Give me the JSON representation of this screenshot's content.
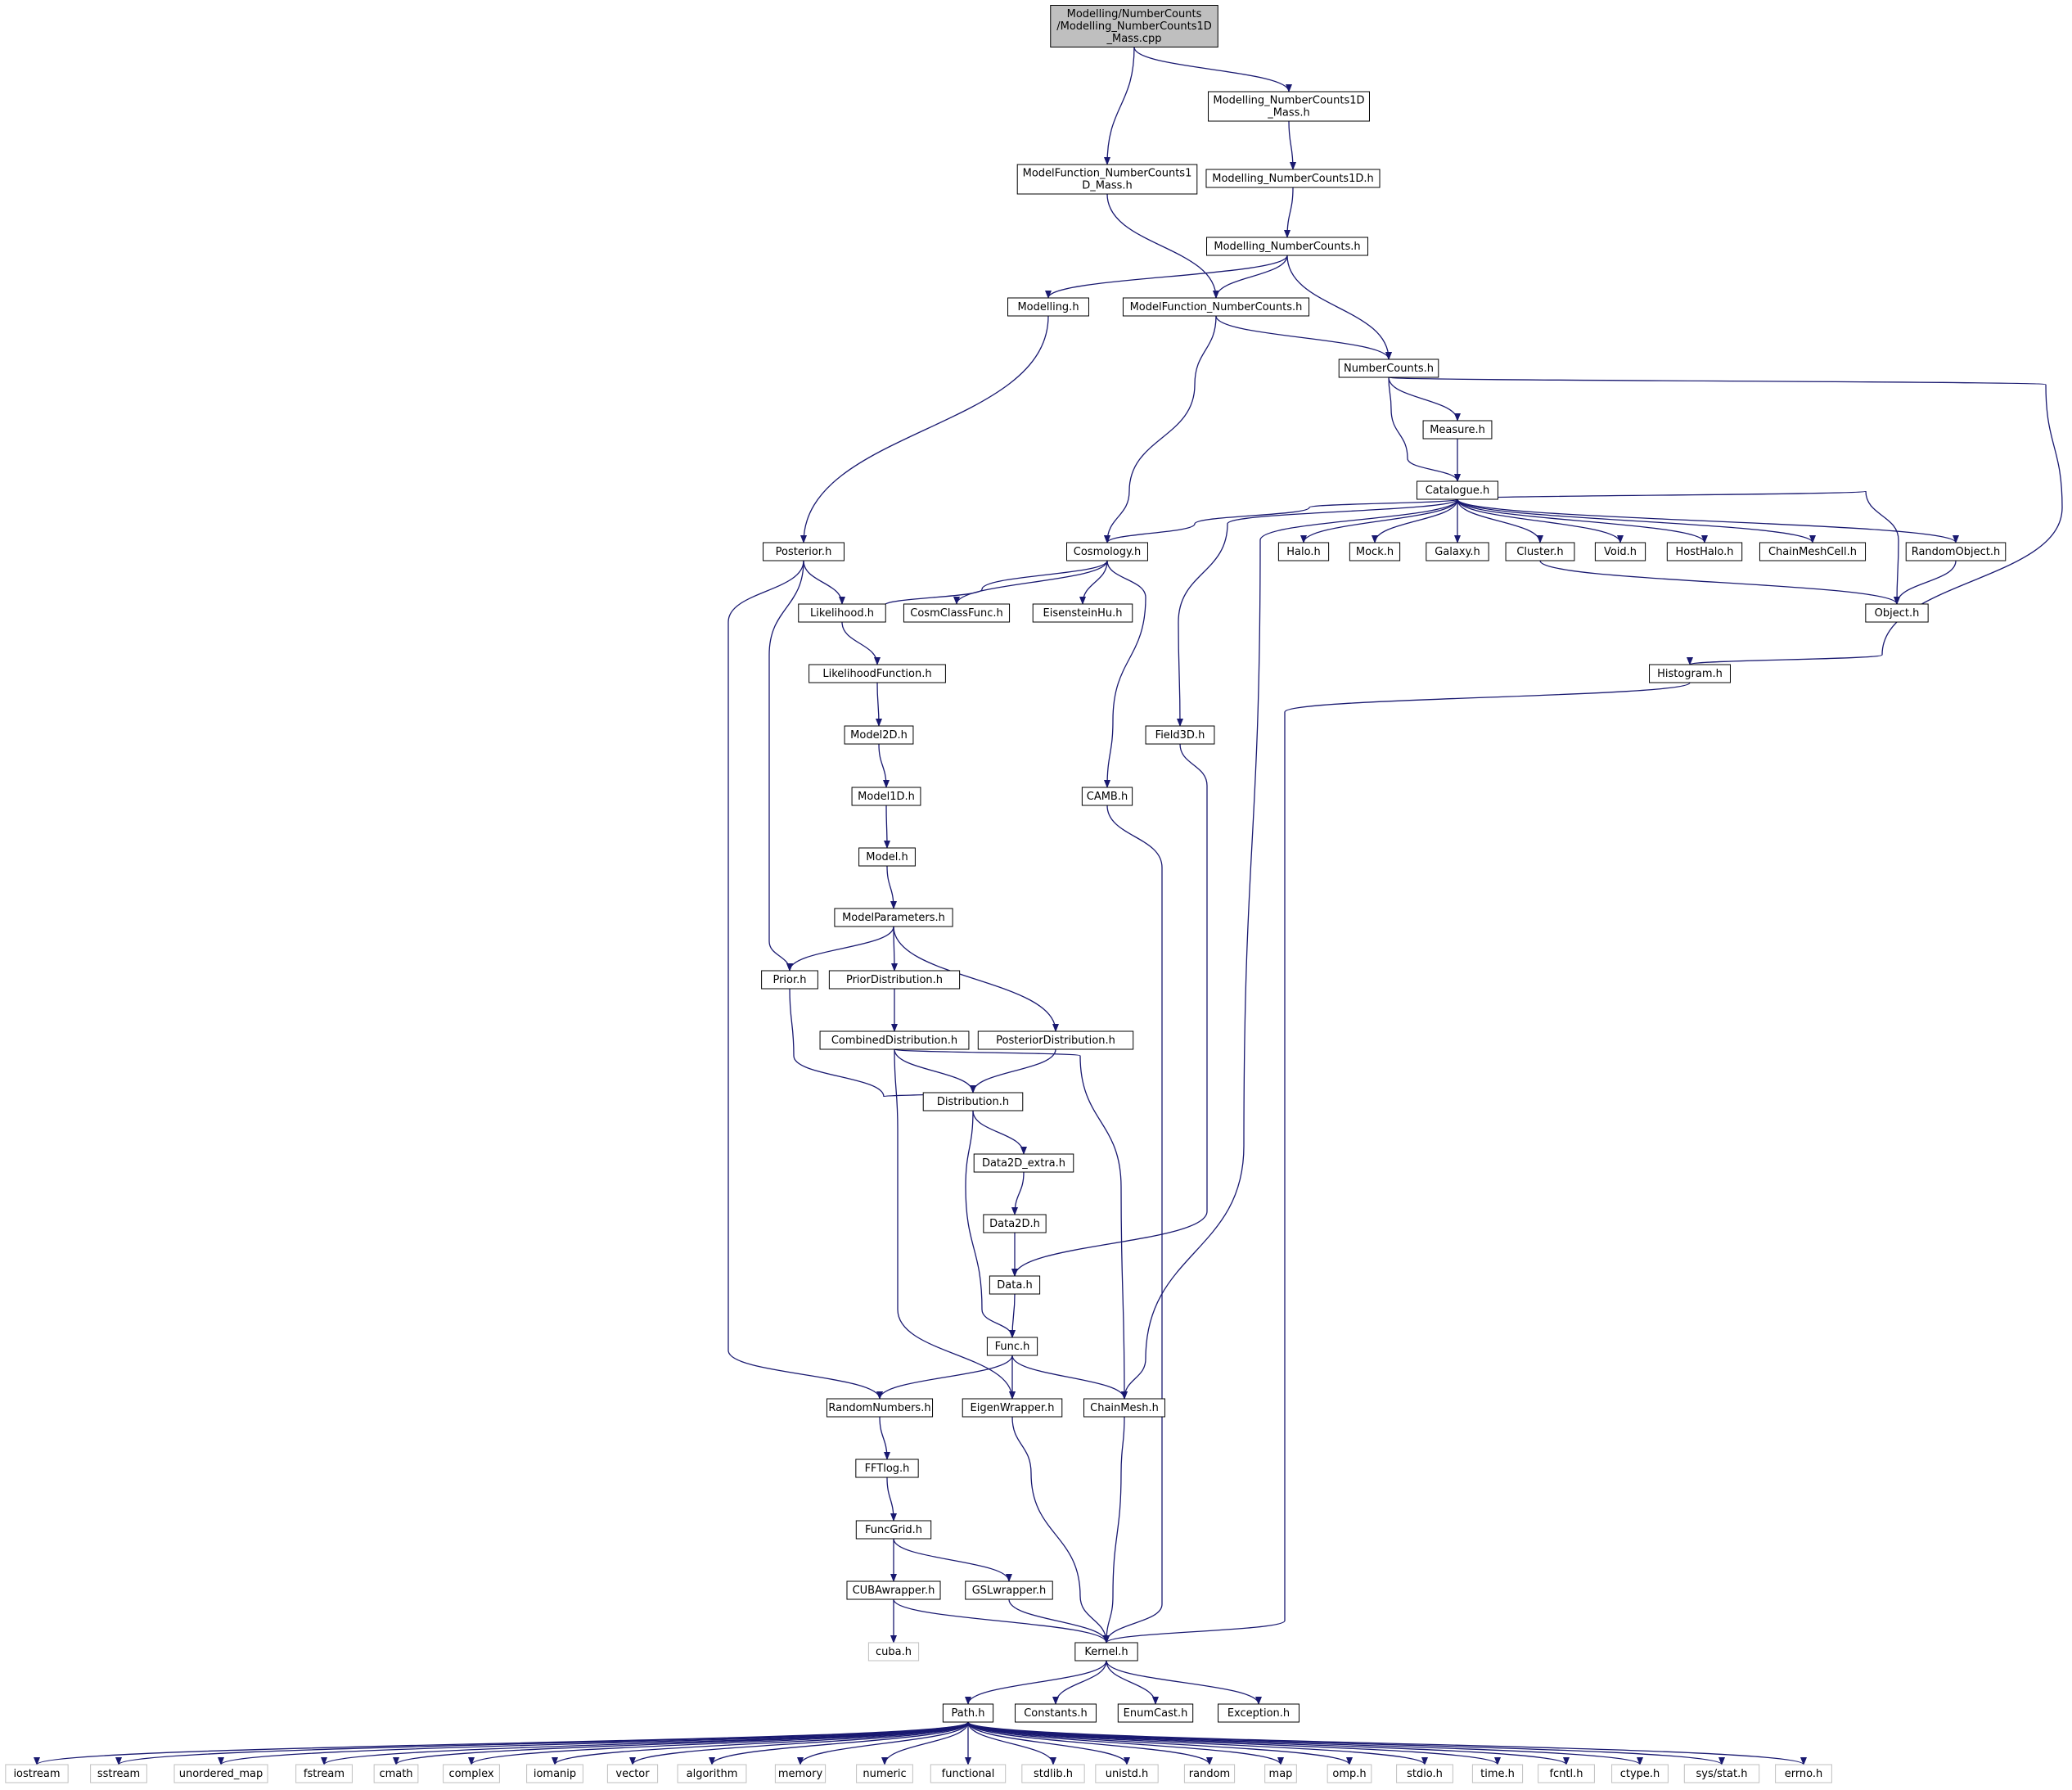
{
  "colors": {
    "edge": "#191970",
    "node_border": "#000000",
    "node_fill": "#ffffff",
    "root_fill": "#bfbfbf",
    "system_border": "#bfbfbf",
    "text": "#000000"
  },
  "nodes": [
    {
      "id": "root",
      "lines": [
        "Modelling/NumberCounts",
        "/Modelling_NumberCounts1D",
        "_Mass.cpp"
      ],
      "kind": "root"
    },
    {
      "id": "mnc1dmass",
      "lines": [
        "Modelling_NumberCounts1D",
        "_Mass.h"
      ],
      "kind": "file"
    },
    {
      "id": "mfnc1dmass",
      "lines": [
        "ModelFunction_NumberCounts1",
        "D_Mass.h"
      ],
      "kind": "file"
    },
    {
      "id": "mnc1d",
      "lines": [
        "Modelling_NumberCounts1D.h"
      ],
      "kind": "file"
    },
    {
      "id": "mnc",
      "lines": [
        "Modelling_NumberCounts.h"
      ],
      "kind": "file"
    },
    {
      "id": "modelling",
      "lines": [
        "Modelling.h"
      ],
      "kind": "file"
    },
    {
      "id": "mfnc",
      "lines": [
        "ModelFunction_NumberCounts.h"
      ],
      "kind": "file"
    },
    {
      "id": "numbercounts",
      "lines": [
        "NumberCounts.h"
      ],
      "kind": "file"
    },
    {
      "id": "measure",
      "lines": [
        "Measure.h"
      ],
      "kind": "file"
    },
    {
      "id": "catalogue",
      "lines": [
        "Catalogue.h"
      ],
      "kind": "file"
    },
    {
      "id": "posterior",
      "lines": [
        "Posterior.h"
      ],
      "kind": "file"
    },
    {
      "id": "cosmology",
      "lines": [
        "Cosmology.h"
      ],
      "kind": "file"
    },
    {
      "id": "halo",
      "lines": [
        "Halo.h"
      ],
      "kind": "file"
    },
    {
      "id": "mock",
      "lines": [
        "Mock.h"
      ],
      "kind": "file"
    },
    {
      "id": "galaxy",
      "lines": [
        "Galaxy.h"
      ],
      "kind": "file"
    },
    {
      "id": "cluster",
      "lines": [
        "Cluster.h"
      ],
      "kind": "file"
    },
    {
      "id": "void",
      "lines": [
        "Void.h"
      ],
      "kind": "file"
    },
    {
      "id": "hosthalo",
      "lines": [
        "HostHalo.h"
      ],
      "kind": "file"
    },
    {
      "id": "chainmeshcell",
      "lines": [
        "ChainMeshCell.h"
      ],
      "kind": "file"
    },
    {
      "id": "randomobject",
      "lines": [
        "RandomObject.h"
      ],
      "kind": "file"
    },
    {
      "id": "likelihood",
      "lines": [
        "Likelihood.h"
      ],
      "kind": "file"
    },
    {
      "id": "cosmclassfunc",
      "lines": [
        "CosmClassFunc.h"
      ],
      "kind": "file"
    },
    {
      "id": "eisensteinhu",
      "lines": [
        "EisensteinHu.h"
      ],
      "kind": "file"
    },
    {
      "id": "object",
      "lines": [
        "Object.h"
      ],
      "kind": "file"
    },
    {
      "id": "histogram",
      "lines": [
        "Histogram.h"
      ],
      "kind": "file"
    },
    {
      "id": "likelihoodfunction",
      "lines": [
        "LikelihoodFunction.h"
      ],
      "kind": "file"
    },
    {
      "id": "model2d",
      "lines": [
        "Model2D.h"
      ],
      "kind": "file"
    },
    {
      "id": "field3d",
      "lines": [
        "Field3D.h"
      ],
      "kind": "file"
    },
    {
      "id": "model1d",
      "lines": [
        "Model1D.h"
      ],
      "kind": "file"
    },
    {
      "id": "camb",
      "lines": [
        "CAMB.h"
      ],
      "kind": "file"
    },
    {
      "id": "model",
      "lines": [
        "Model.h"
      ],
      "kind": "file"
    },
    {
      "id": "modelparameters",
      "lines": [
        "ModelParameters.h"
      ],
      "kind": "file"
    },
    {
      "id": "prior",
      "lines": [
        "Prior.h"
      ],
      "kind": "file"
    },
    {
      "id": "priordistribution",
      "lines": [
        "PriorDistribution.h"
      ],
      "kind": "file"
    },
    {
      "id": "combineddistribution",
      "lines": [
        "CombinedDistribution.h"
      ],
      "kind": "file"
    },
    {
      "id": "posteriordistribution",
      "lines": [
        "PosteriorDistribution.h"
      ],
      "kind": "file"
    },
    {
      "id": "distribution",
      "lines": [
        "Distribution.h"
      ],
      "kind": "file"
    },
    {
      "id": "data2dextra",
      "lines": [
        "Data2D_extra.h"
      ],
      "kind": "file"
    },
    {
      "id": "data2d",
      "lines": [
        "Data2D.h"
      ],
      "kind": "file"
    },
    {
      "id": "data",
      "lines": [
        "Data.h"
      ],
      "kind": "file"
    },
    {
      "id": "func",
      "lines": [
        "Func.h"
      ],
      "kind": "file"
    },
    {
      "id": "randomnumbers",
      "lines": [
        "RandomNumbers.h"
      ],
      "kind": "file"
    },
    {
      "id": "eigenwrapper",
      "lines": [
        "EigenWrapper.h"
      ],
      "kind": "file"
    },
    {
      "id": "chainmesh",
      "lines": [
        "ChainMesh.h"
      ],
      "kind": "file"
    },
    {
      "id": "fftlog",
      "lines": [
        "FFTlog.h"
      ],
      "kind": "file"
    },
    {
      "id": "funcgrid",
      "lines": [
        "FuncGrid.h"
      ],
      "kind": "file"
    },
    {
      "id": "cubawrapper",
      "lines": [
        "CUBAwrapper.h"
      ],
      "kind": "file"
    },
    {
      "id": "gslwrapper",
      "lines": [
        "GSLwrapper.h"
      ],
      "kind": "file"
    },
    {
      "id": "cuba",
      "lines": [
        "cuba.h"
      ],
      "kind": "system"
    },
    {
      "id": "kernel",
      "lines": [
        "Kernel.h"
      ],
      "kind": "file"
    },
    {
      "id": "path",
      "lines": [
        "Path.h"
      ],
      "kind": "file"
    },
    {
      "id": "constants",
      "lines": [
        "Constants.h"
      ],
      "kind": "file"
    },
    {
      "id": "enumcast",
      "lines": [
        "EnumCast.h"
      ],
      "kind": "file"
    },
    {
      "id": "exception",
      "lines": [
        "Exception.h"
      ],
      "kind": "file"
    },
    {
      "id": "iostream",
      "lines": [
        "iostream"
      ],
      "kind": "system"
    },
    {
      "id": "sstream",
      "lines": [
        "sstream"
      ],
      "kind": "system"
    },
    {
      "id": "unordered_map",
      "lines": [
        "unordered_map"
      ],
      "kind": "system"
    },
    {
      "id": "fstream",
      "lines": [
        "fstream"
      ],
      "kind": "system"
    },
    {
      "id": "cmath",
      "lines": [
        "cmath"
      ],
      "kind": "system"
    },
    {
      "id": "complex",
      "lines": [
        "complex"
      ],
      "kind": "system"
    },
    {
      "id": "iomanip",
      "lines": [
        "iomanip"
      ],
      "kind": "system"
    },
    {
      "id": "vector",
      "lines": [
        "vector"
      ],
      "kind": "system"
    },
    {
      "id": "algorithm",
      "lines": [
        "algorithm"
      ],
      "kind": "system"
    },
    {
      "id": "memory",
      "lines": [
        "memory"
      ],
      "kind": "system"
    },
    {
      "id": "numeric",
      "lines": [
        "numeric"
      ],
      "kind": "system"
    },
    {
      "id": "functional",
      "lines": [
        "functional"
      ],
      "kind": "system"
    },
    {
      "id": "stdlib",
      "lines": [
        "stdlib.h"
      ],
      "kind": "system"
    },
    {
      "id": "unistd",
      "lines": [
        "unistd.h"
      ],
      "kind": "system"
    },
    {
      "id": "random",
      "lines": [
        "random"
      ],
      "kind": "system"
    },
    {
      "id": "map",
      "lines": [
        "map"
      ],
      "kind": "system"
    },
    {
      "id": "omp",
      "lines": [
        "omp.h"
      ],
      "kind": "system"
    },
    {
      "id": "stdio",
      "lines": [
        "stdio.h"
      ],
      "kind": "system"
    },
    {
      "id": "time",
      "lines": [
        "time.h"
      ],
      "kind": "system"
    },
    {
      "id": "fcntl",
      "lines": [
        "fcntl.h"
      ],
      "kind": "system"
    },
    {
      "id": "ctype",
      "lines": [
        "ctype.h"
      ],
      "kind": "system"
    },
    {
      "id": "sysstat",
      "lines": [
        "sys/stat.h"
      ],
      "kind": "system"
    },
    {
      "id": "errno",
      "lines": [
        "errno.h"
      ],
      "kind": "system"
    }
  ],
  "edges": [
    [
      "root",
      "mfnc1dmass"
    ],
    [
      "root",
      "mnc1dmass"
    ],
    [
      "mnc1dmass",
      "mnc1d"
    ],
    [
      "mnc1d",
      "mnc"
    ],
    [
      "mfnc1dmass",
      "mfnc"
    ],
    [
      "mnc",
      "modelling"
    ],
    [
      "mnc",
      "mfnc"
    ],
    [
      "mnc",
      "numbercounts"
    ],
    [
      "mfnc",
      "numbercounts"
    ],
    [
      "mfnc",
      "cosmology"
    ],
    [
      "modelling",
      "posterior"
    ],
    [
      "numbercounts",
      "measure"
    ],
    [
      "numbercounts",
      "catalogue"
    ],
    [
      "numbercounts",
      "histogram"
    ],
    [
      "measure",
      "catalogue"
    ],
    [
      "catalogue",
      "cosmology"
    ],
    [
      "catalogue",
      "halo"
    ],
    [
      "catalogue",
      "mock"
    ],
    [
      "catalogue",
      "galaxy"
    ],
    [
      "catalogue",
      "cluster"
    ],
    [
      "catalogue",
      "void"
    ],
    [
      "catalogue",
      "hosthalo"
    ],
    [
      "catalogue",
      "chainmeshcell"
    ],
    [
      "catalogue",
      "randomobject"
    ],
    [
      "catalogue",
      "object"
    ],
    [
      "catalogue",
      "field3d"
    ],
    [
      "catalogue",
      "chainmesh"
    ],
    [
      "cluster",
      "object"
    ],
    [
      "randomobject",
      "object"
    ],
    [
      "posterior",
      "likelihood"
    ],
    [
      "posterior",
      "prior"
    ],
    [
      "posterior",
      "randomnumbers"
    ],
    [
      "cosmology",
      "likelihood"
    ],
    [
      "cosmology",
      "cosmclassfunc"
    ],
    [
      "cosmology",
      "eisensteinhu"
    ],
    [
      "cosmology",
      "camb"
    ],
    [
      "likelihood",
      "likelihoodfunction"
    ],
    [
      "likelihoodfunction",
      "model2d"
    ],
    [
      "model2d",
      "model1d"
    ],
    [
      "model1d",
      "model"
    ],
    [
      "model",
      "modelparameters"
    ],
    [
      "modelparameters",
      "prior"
    ],
    [
      "modelparameters",
      "priordistribution"
    ],
    [
      "modelparameters",
      "posteriordistribution"
    ],
    [
      "prior",
      "distribution"
    ],
    [
      "priordistribution",
      "combineddistribution"
    ],
    [
      "combineddistribution",
      "distribution"
    ],
    [
      "combineddistribution",
      "eigenwrapper"
    ],
    [
      "combineddistribution",
      "chainmesh"
    ],
    [
      "posteriordistribution",
      "distribution"
    ],
    [
      "distribution",
      "data2dextra"
    ],
    [
      "distribution",
      "func"
    ],
    [
      "data2dextra",
      "data2d"
    ],
    [
      "data2d",
      "data"
    ],
    [
      "field3d",
      "data"
    ],
    [
      "data",
      "func"
    ],
    [
      "func",
      "randomnumbers"
    ],
    [
      "func",
      "eigenwrapper"
    ],
    [
      "func",
      "chainmesh"
    ],
    [
      "randomnumbers",
      "fftlog"
    ],
    [
      "fftlog",
      "funcgrid"
    ],
    [
      "funcgrid",
      "cubawrapper"
    ],
    [
      "funcgrid",
      "gslwrapper"
    ],
    [
      "cubawrapper",
      "cuba"
    ],
    [
      "cubawrapper",
      "kernel"
    ],
    [
      "gslwrapper",
      "kernel"
    ],
    [
      "eigenwrapper",
      "kernel"
    ],
    [
      "chainmesh",
      "kernel"
    ],
    [
      "camb",
      "kernel"
    ],
    [
      "histogram",
      "kernel"
    ],
    [
      "kernel",
      "path"
    ],
    [
      "kernel",
      "constants"
    ],
    [
      "kernel",
      "enumcast"
    ],
    [
      "kernel",
      "exception"
    ],
    [
      "path",
      "iostream"
    ],
    [
      "path",
      "sstream"
    ],
    [
      "path",
      "unordered_map"
    ],
    [
      "path",
      "fstream"
    ],
    [
      "path",
      "cmath"
    ],
    [
      "path",
      "complex"
    ],
    [
      "path",
      "iomanip"
    ],
    [
      "path",
      "vector"
    ],
    [
      "path",
      "algorithm"
    ],
    [
      "path",
      "memory"
    ],
    [
      "path",
      "numeric"
    ],
    [
      "path",
      "functional"
    ],
    [
      "path",
      "stdlib"
    ],
    [
      "path",
      "unistd"
    ],
    [
      "path",
      "random"
    ],
    [
      "path",
      "map"
    ],
    [
      "path",
      "omp"
    ],
    [
      "path",
      "stdio"
    ],
    [
      "path",
      "time"
    ],
    [
      "path",
      "fcntl"
    ],
    [
      "path",
      "ctype"
    ],
    [
      "path",
      "sysstat"
    ],
    [
      "path",
      "errno"
    ]
  ]
}
